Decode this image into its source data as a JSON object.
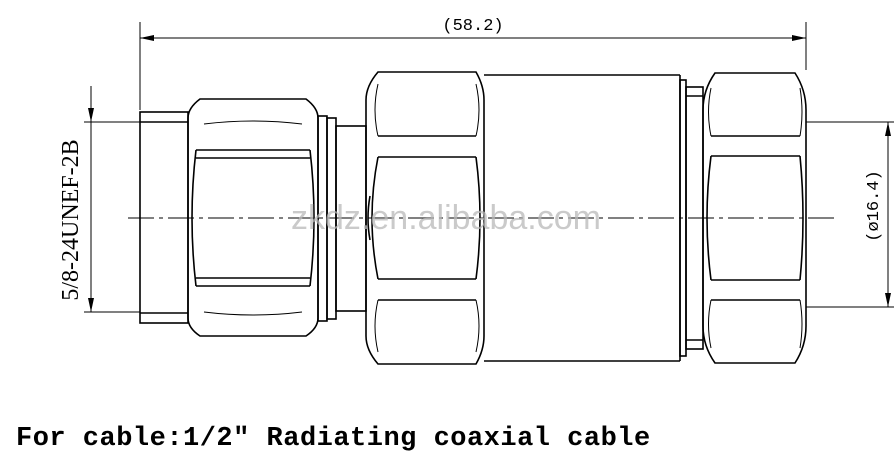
{
  "dimensions": {
    "length": "(58.2)",
    "diameter": "(ø16.4)",
    "thread": "5/8-24UNEF-2B"
  },
  "watermark": "zkdz.en.alibaba.com",
  "caption": "For cable:1/2\" Radiating coaxial cable"
}
